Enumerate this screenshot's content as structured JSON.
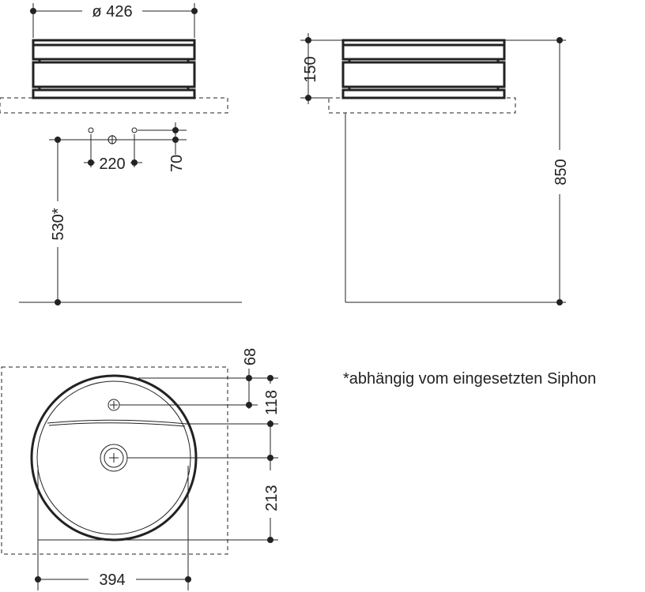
{
  "dimensions": {
    "diameter": "ø 426",
    "height_basin": "150",
    "tap_spacing": "220",
    "tap_offset": "70",
    "drain_height": "530*",
    "total_height": "850",
    "top_offset": "68",
    "tap_to_edge": "118",
    "drain_to_front": "213",
    "inner_width": "394"
  },
  "note": "*abhängig vom eingesetzten Siphon"
}
